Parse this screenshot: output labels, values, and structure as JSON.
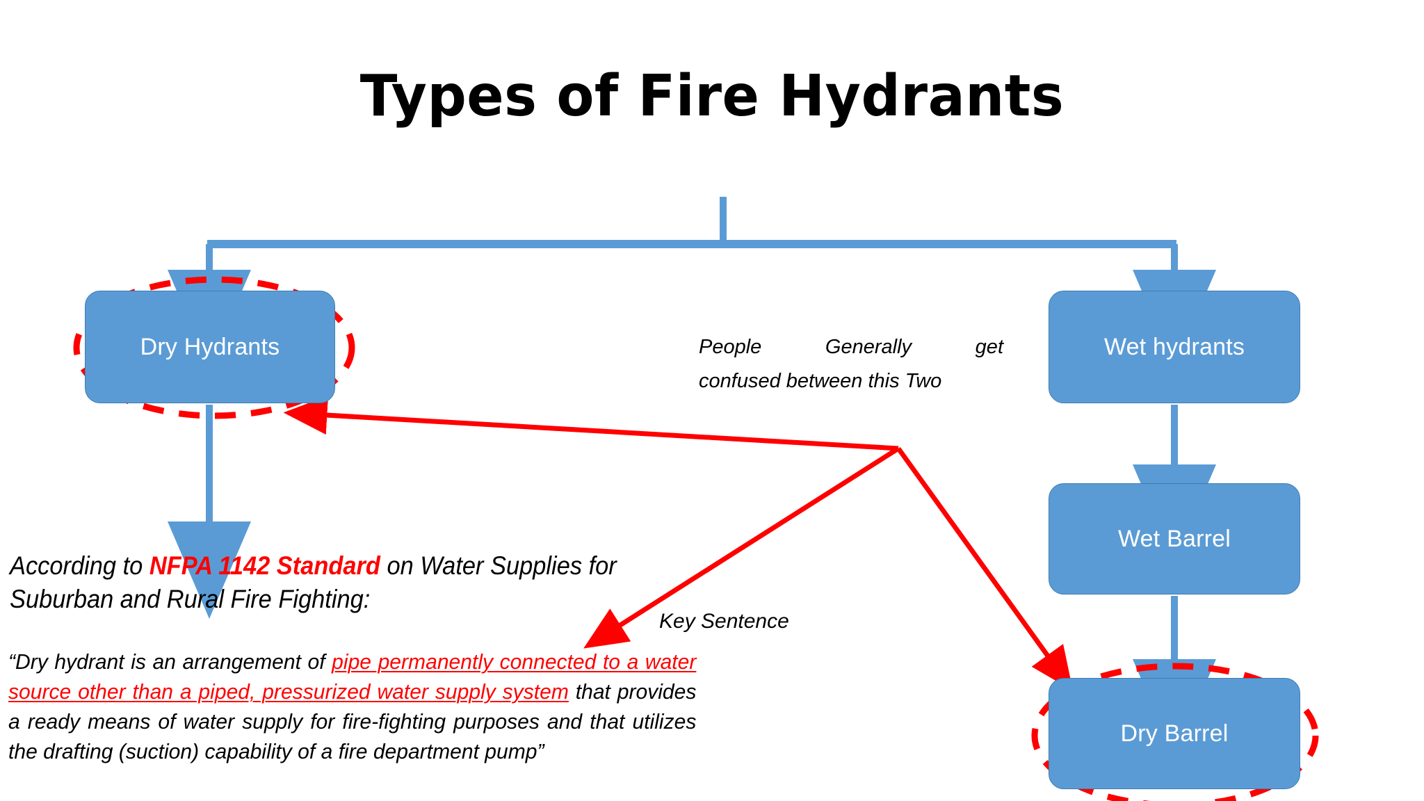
{
  "slide": {
    "title": "Types of Fire Hydrants",
    "background": "#FFFFFF"
  },
  "colors": {
    "node_fill": "#5B9BD5",
    "node_stroke": "#3E7CAF",
    "node_text": "#FFFFFF",
    "connector_blue": "#5B9BD5",
    "highlight_red": "#FF0000",
    "annotation_red": "#FF0000",
    "body_text": "#000000"
  },
  "nodes": {
    "dry_hydrants": {
      "label": "Dry Hydrants",
      "highlighted": true
    },
    "wet_hydrants": {
      "label": "Wet hydrants",
      "highlighted": false
    },
    "wet_barrel": {
      "label": "Wet Barrel",
      "highlighted": false
    },
    "dry_barrel": {
      "label": "Dry Barrel",
      "highlighted": true
    }
  },
  "annotations": {
    "confused_note_line1": "People      Generally      get",
    "confused_note_line2": "confused between this Two",
    "key_sentence": "Key Sentence"
  },
  "nfpa": {
    "lead_1": "According to ",
    "standard": "NFPA 1142 Standard",
    "lead_2": " on Water Supplies for Suburban and Rural Fire Fighting:"
  },
  "quote": {
    "part_1": "“Dry hydrant is an arrangement of ",
    "underlined": "pipe permanently connected to a water source other than a piped, pressurized water supply system",
    "part_2": " that provides a ready means of water supply for fire-fighting purposes and that utilizes the drafting (suction) capability of a fire department pump”"
  }
}
